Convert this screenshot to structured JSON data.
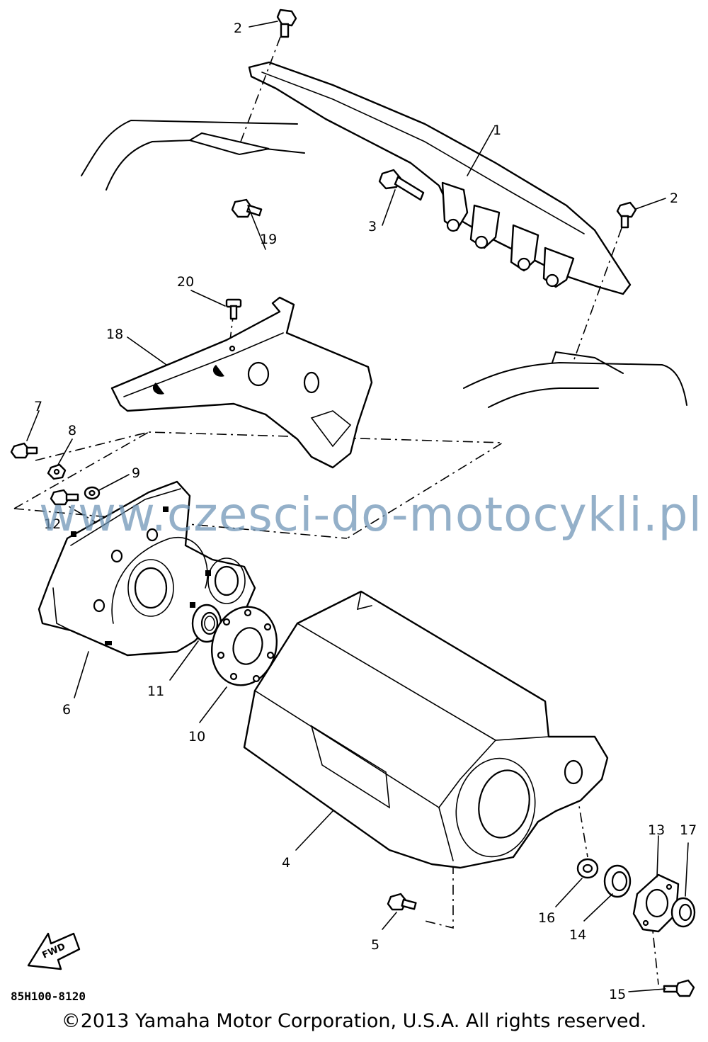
{
  "callouts": {
    "c1": "1",
    "c2a": "2",
    "c2b": "2",
    "c3": "3",
    "c4": "4",
    "c5": "5",
    "c6": "6",
    "c7": "7",
    "c8": "8",
    "c9": "9",
    "c10": "10",
    "c11": "11",
    "c12": "12",
    "c13": "13",
    "c14": "14",
    "c15": "15",
    "c16": "16",
    "c17": "17",
    "c18": "18",
    "c19": "19",
    "c20": "20"
  },
  "diagram_code": "85H100-8120",
  "fwd_label": "FWD",
  "watermark": "www.czesci-do-motocykli.pl",
  "copyright": "©2013 Yamaha Motor Corporation, U.S.A. All rights reserved."
}
